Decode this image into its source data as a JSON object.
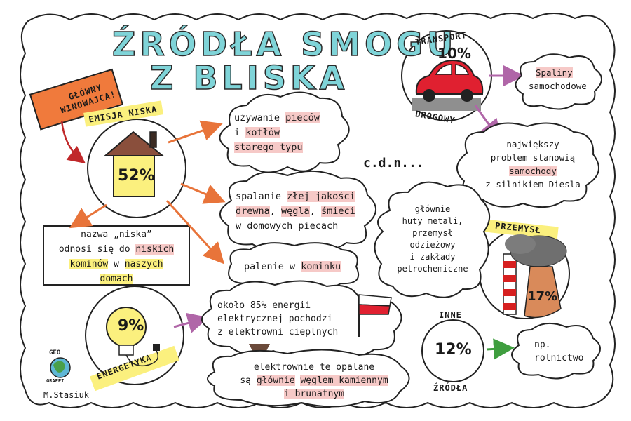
{
  "title": {
    "line1": "ŹRÓDŁA SMOGU",
    "line2": "Z BLISKA"
  },
  "main_culprit": "GŁÓWNY WINOWAJCA!",
  "low_emission": {
    "label": "EMISJA NISKA",
    "percent": "52%",
    "note": {
      "l1a": "nazwa „niska”",
      "l2a": "odnosi się do ",
      "l2b": "niskich",
      "l3a": "kominów",
      "l3b": " w ",
      "l3c": "naszych",
      "l4a": "domach"
    },
    "cloud1": {
      "l1a": "używanie ",
      "l1b": "pieców",
      "l2a": "i ",
      "l2b": "kotłów",
      "l3a": "starego typu"
    },
    "cloud2": {
      "l1a": "spalanie ",
      "l1b": "złej jakości",
      "l2a": "drewna",
      "l2b": ", ",
      "l2c": "węgla",
      "l2d": ", ",
      "l2e": "śmieci",
      "l3a": "w domowych piecach"
    },
    "cloud3": {
      "l1a": "palenie w ",
      "l1b": "kominku"
    }
  },
  "cdn": "c.d.n...",
  "transport": {
    "label_top": "TRANSPORT",
    "label_bottom": "DROGOWY",
    "percent": "10%",
    "cloud1": {
      "l1": "Spaliny",
      "l2": "samochodowe"
    },
    "cloud2": {
      "l1": "największy",
      "l2": "problem stanowią",
      "l3": "samochody",
      "l4": "z silnikiem Diesla"
    }
  },
  "industry": {
    "label": "PRZEMYSŁ",
    "percent": "17%",
    "cloud": {
      "l1": "głównie",
      "l2": "huty metali,",
      "l3": "przemysł",
      "l4": "odzieżowy",
      "l5": "i zakłady",
      "l6": "petrochemiczne"
    }
  },
  "energy": {
    "label": "ENERGETYKA",
    "percent": "9%",
    "cloud1": {
      "l1": "około 85% energii",
      "l2": "elektrycznej pochodzi",
      "l3": "z elektrowni cieplnych"
    },
    "cloud2": {
      "l1": "elektrownie te opalane",
      "l2a": "są ",
      "l2b": "głównie",
      "l2c": " ",
      "l2d": "węglem kamiennym",
      "l3": "i brunatnym"
    }
  },
  "other": {
    "label_top": "INNE",
    "label_bottom": "ŹRÓDŁA",
    "percent": "12%",
    "cloud": {
      "l1": "np.",
      "l2": "rolnictwo"
    }
  },
  "logo": {
    "top": "GEO",
    "bottom": "GRAFFI"
  },
  "author": "M.Stasiuk",
  "colors": {
    "title": "#7fd4d8",
    "highlight_pink": "#f6c9c7",
    "highlight_yellow": "#fbf07e",
    "arrow_orange": "#e8743a",
    "arrow_purple": "#b066a8",
    "arrow_green": "#3f9e3f",
    "car_red": "#e02030",
    "culprit_orange": "#f07a3c",
    "chimney_red": "#d62020"
  }
}
